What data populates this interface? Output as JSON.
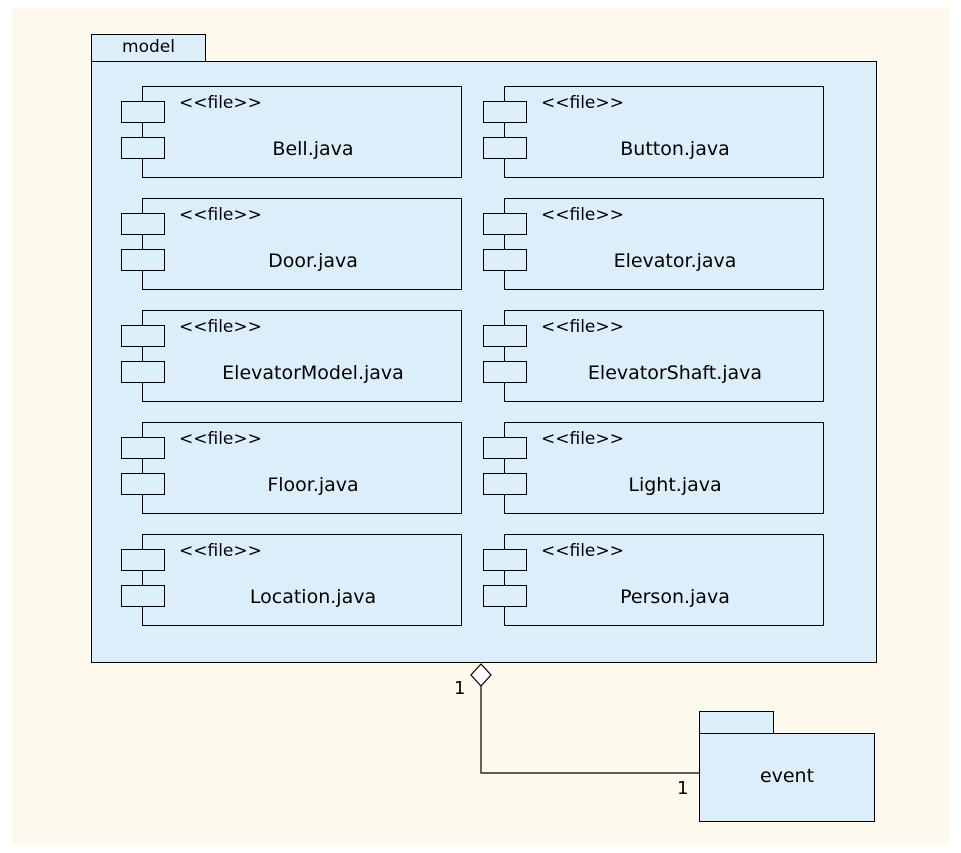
{
  "model_package": {
    "name": "model",
    "components": [
      {
        "stereotype": "<<file>>",
        "name": "Bell.java"
      },
      {
        "stereotype": "<<file>>",
        "name": "Button.java"
      },
      {
        "stereotype": "<<file>>",
        "name": "Door.java"
      },
      {
        "stereotype": "<<file>>",
        "name": "Elevator.java"
      },
      {
        "stereotype": "<<file>>",
        "name": "ElevatorModel.java"
      },
      {
        "stereotype": "<<file>>",
        "name": "ElevatorShaft.java"
      },
      {
        "stereotype": "<<file>>",
        "name": "Floor.java"
      },
      {
        "stereotype": "<<file>>",
        "name": "Light.java"
      },
      {
        "stereotype": "<<file>>",
        "name": "Location.java"
      },
      {
        "stereotype": "<<file>>",
        "name": "Person.java"
      }
    ]
  },
  "event_package": {
    "name": "event"
  },
  "association": {
    "model_multiplicity": "1",
    "event_multiplicity": "1"
  },
  "colors": {
    "background": "#fdf9ec",
    "package_fill": "#dceef9",
    "stroke": "#000000"
  }
}
